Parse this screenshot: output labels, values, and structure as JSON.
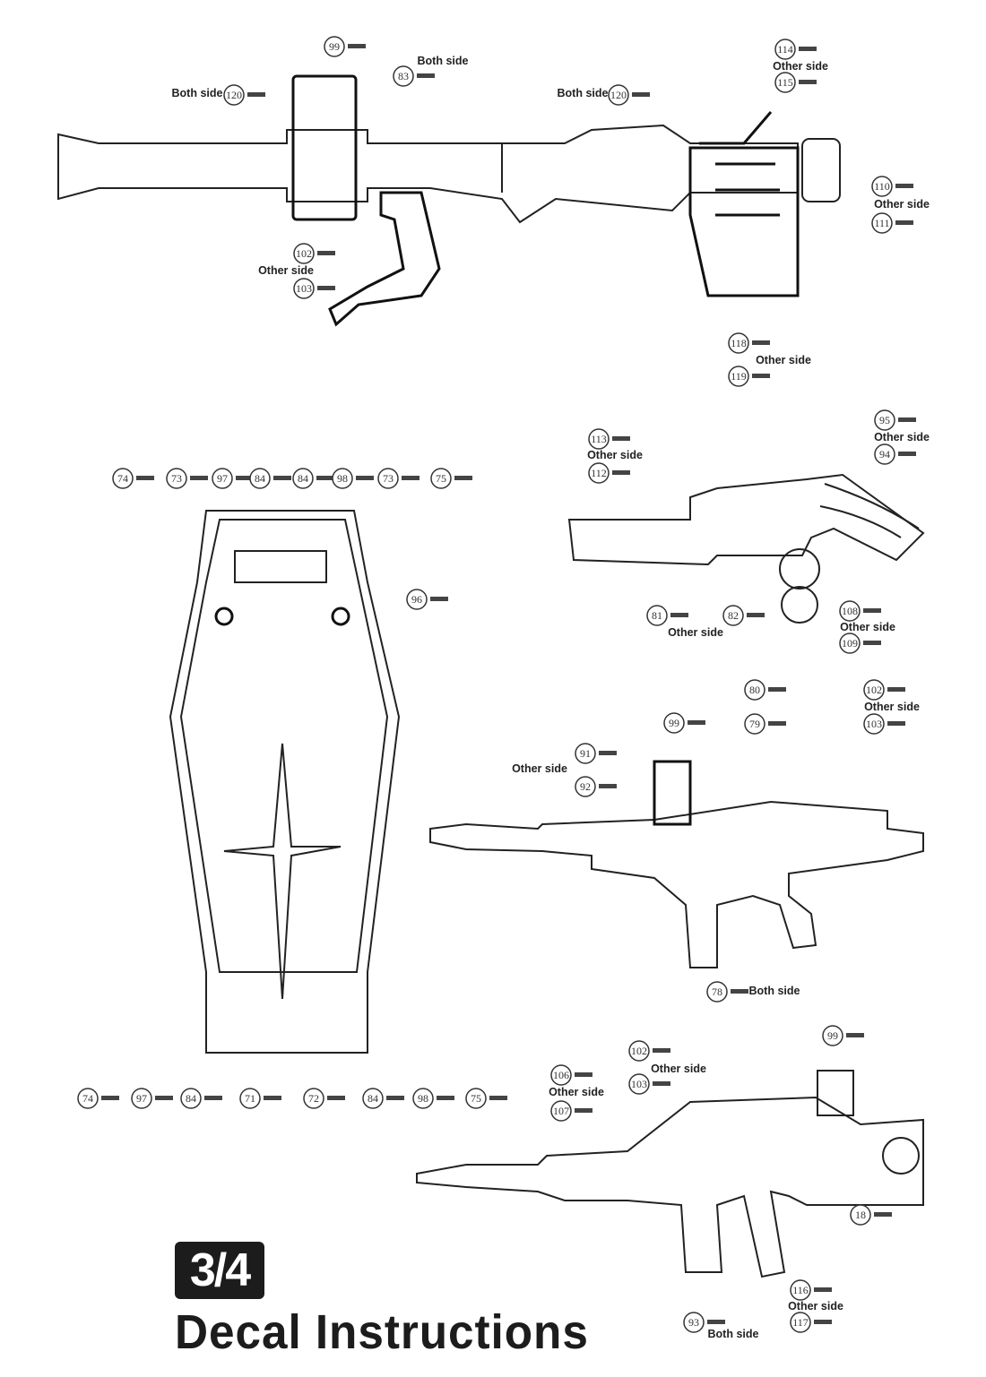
{
  "page_number": "3/4",
  "title": "Decal Instructions",
  "callouts": [
    "99",
    "83",
    "120",
    "120",
    "114",
    "115",
    "110",
    "111",
    "102",
    "103",
    "118",
    "119",
    "74",
    "73",
    "97",
    "84",
    "84",
    "98",
    "73",
    "75",
    "96",
    "74",
    "97",
    "84",
    "71",
    "72",
    "84",
    "98",
    "75",
    "113",
    "112",
    "95",
    "94",
    "81",
    "82",
    "108",
    "109",
    "80",
    "102",
    "103",
    "99",
    "79",
    "91",
    "92",
    "78",
    "99",
    "102",
    "106",
    "107",
    "103",
    "18",
    "116",
    "117",
    "93"
  ],
  "labels": [
    "Both side",
    "Both side",
    "Both side",
    "Other side",
    "Other side",
    "Other side",
    "Other side",
    "Other side",
    "Other side",
    "Other side",
    "Other side",
    "Other side",
    "Other side",
    "Both side",
    "Other side",
    "Other side",
    "Other side",
    "Both side"
  ]
}
